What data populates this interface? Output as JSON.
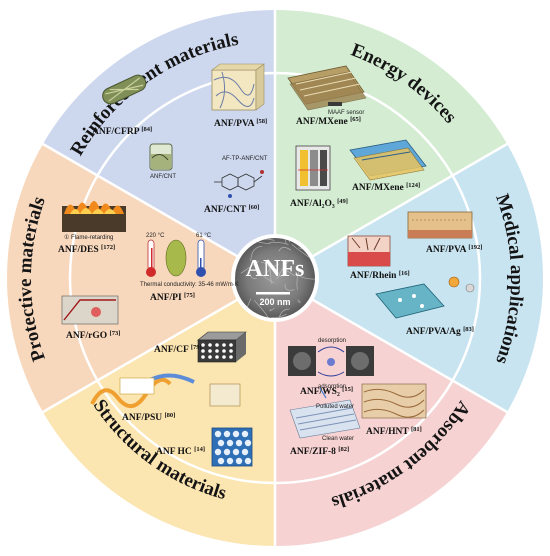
{
  "center": {
    "title": "ANFs",
    "scale_bar": "200 nm"
  },
  "colors": {
    "reinforcement": "#cdd8ef",
    "energy": "#d3ecd2",
    "medical": "#c8e4f1",
    "absorbent": "#f6d2d2",
    "structural": "#fbe5b0",
    "protective": "#f8d8bd",
    "divider": "#ffffff"
  },
  "sectors": {
    "reinforcement": {
      "title": "Reinforcement materials",
      "labels": [
        "ANF/CFRP",
        "ANF/PVA",
        "ANF/CNT",
        "ANF/CNT"
      ],
      "refs": [
        "[84]",
        "[58]",
        "[60]"
      ],
      "notes": [
        "AF-TP-ANF/CNT"
      ]
    },
    "energy": {
      "title": "Energy devices",
      "labels": [
        "ANF/MXene",
        "ANF/MXene",
        "ANF/Al₂O₃"
      ],
      "refs": [
        "[65]",
        "[124]",
        "[49]"
      ],
      "notes": [
        "MAAF sensor"
      ]
    },
    "medical": {
      "title": "Medical applications",
      "labels": [
        "ANF/PVA",
        "ANF/Rhein",
        "ANF/PVA/Ag"
      ],
      "refs": [
        "[192]",
        "[16]",
        "[83]"
      ]
    },
    "absorbent": {
      "title": "Absorbent materials",
      "labels": [
        "ANF/WS₂",
        "ANF/HNT",
        "ANF/ZIF-8"
      ],
      "refs": [
        "[15]",
        "[81]",
        "[82]"
      ],
      "notes": [
        "desorption",
        "adsorption",
        "Polluted water",
        "Clean water"
      ]
    },
    "structural": {
      "title": "Structural materials",
      "labels": [
        "ANF/CF",
        "ANF/PSU",
        "ANF HC"
      ],
      "refs": [
        "[79]",
        "[80]",
        "[14]"
      ]
    },
    "protective": {
      "title": "Protective materials",
      "labels": [
        "ANF/DES",
        "ANF/PI",
        "ANF/rGO"
      ],
      "refs": [
        "[172]",
        "[75]",
        "[73]"
      ],
      "notes": [
        "① Flame-retarding",
        "220 °C",
        "61 °C",
        "Thermal conductivity: 35-46 mW/m·K"
      ]
    }
  }
}
